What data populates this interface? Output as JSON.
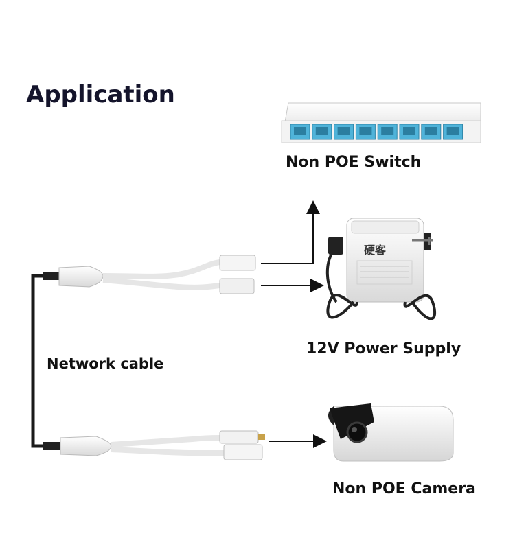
{
  "title": "Application",
  "labels": {
    "switch": "Non POE Switch",
    "power_supply": "12V Power Supply",
    "cable": "Network cable",
    "camera": "Non POE Camera"
  },
  "psu_brand": "硬客",
  "colors": {
    "text": "#111111",
    "port_blue": "#4fb3d9",
    "cable_black": "#1a1a1a",
    "cable_white": "#e9e9e9",
    "arrow": "#111111"
  },
  "switch": {
    "port_count": 8
  }
}
